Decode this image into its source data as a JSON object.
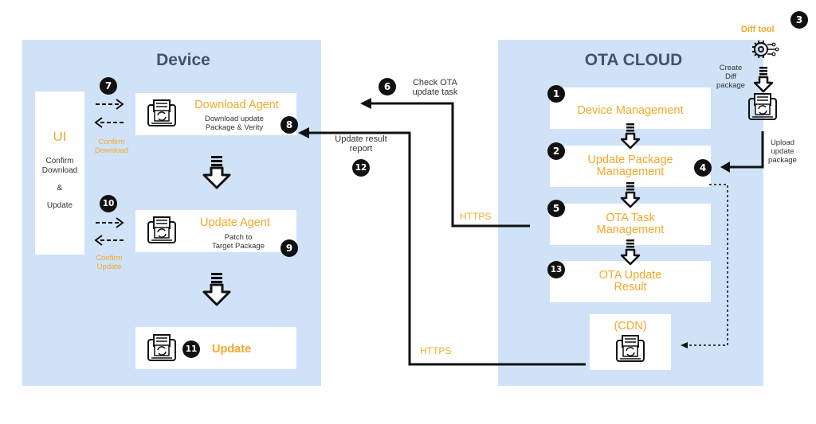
{
  "colors": {
    "panel": "#cfe2f7",
    "accent": "#f4a82a",
    "title": "#44546a",
    "line": "#111111"
  },
  "device": {
    "title": "Device",
    "ui": {
      "title": "UI",
      "line1": "Confirm",
      "line2": "Download",
      "line3": "&",
      "line4": "Update"
    },
    "download_agent": {
      "title": "Download Agent",
      "desc_line1": "Download update",
      "desc_line2": "Package & Verity"
    },
    "update_agent": {
      "title": "Update Agent",
      "desc_line1": "Patch to",
      "desc_line2": "Target Package"
    },
    "update": {
      "title": "Update"
    },
    "confirm_download": {
      "line1": "Confirm",
      "line2": "Download"
    },
    "confirm_update": {
      "line1": "Confirm",
      "line2": "Update"
    }
  },
  "cloud": {
    "title": "OTA CLOUD",
    "device_mgmt": "Device Management",
    "update_pkg_line1": "Update Package",
    "update_pkg_line2": "Management",
    "ota_task_line1": "OTA Task",
    "ota_task_line2": "Management",
    "ota_result_line1": "OTA Update",
    "ota_result_line2": "Result",
    "cdn": "(CDN)"
  },
  "diff": {
    "title": "Diff tool",
    "create_line1": "Create",
    "create_line2": "Diff",
    "create_line3": "package",
    "upload_line1": "Upload",
    "upload_line2": "update",
    "upload_line3": "package"
  },
  "links": {
    "check_line1": "Check OTA",
    "check_line2": "update task",
    "report_line1": "Update result",
    "report_line2": "report",
    "https_top": "HTTPS",
    "https_bottom": "HTTPS"
  },
  "badges": {
    "b1": "1",
    "b2": "2",
    "b3": "3",
    "b4": "4",
    "b5": "5",
    "b6": "6",
    "b7": "7",
    "b8": "8",
    "b9": "9",
    "b10": "10",
    "b11": "11",
    "b12": "12",
    "b13": "13"
  },
  "icons": [
    "package-icon",
    "gear-diff-icon",
    "down-arrow-icon",
    "dashed-arrow-icon"
  ]
}
